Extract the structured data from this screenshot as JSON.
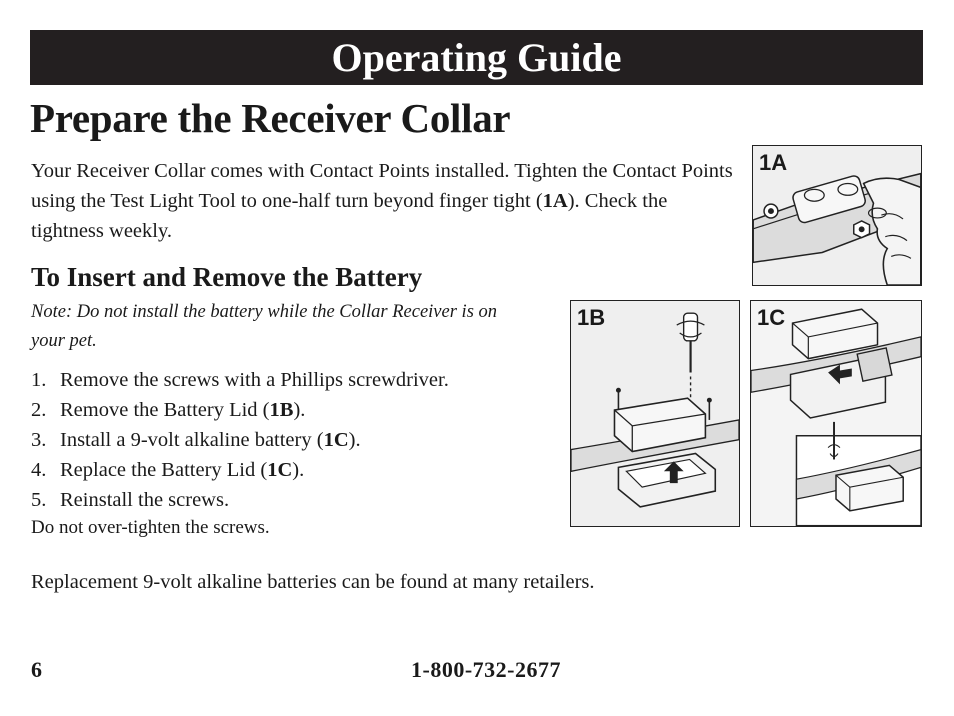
{
  "banner": {
    "title": "Operating Guide"
  },
  "heading": "Prepare the Receiver Collar",
  "intro": {
    "part1": "Your Receiver Collar comes with Contact Points installed. Tighten the Contact Points using the Test Light Tool to one-half turn beyond finger tight (",
    "ref": "1A",
    "part2": "). Check the tightness weekly."
  },
  "battery_section": {
    "title": "To Insert and Remove the Battery",
    "note": "Note: Do not install the battery while the Collar Receiver is on your pet.",
    "steps": [
      {
        "num": "1.",
        "pre": "Remove the screws with a Phillips screwdriver.",
        "ref": "",
        "post": ""
      },
      {
        "num": "2.",
        "pre": "Remove the Battery Lid (",
        "ref": "1B",
        "post": ")."
      },
      {
        "num": "3.",
        "pre": "Install a 9-volt alkaline battery (",
        "ref": "1C",
        "post": ")."
      },
      {
        "num": "4.",
        "pre": "Replace the Battery Lid (",
        "ref": "1C",
        "post": ")."
      },
      {
        "num": "5.",
        "pre": "Reinstall the screws.",
        "ref": "",
        "post": ""
      }
    ],
    "caution": "Do not over-tighten the screws.",
    "replacement": "Replacement 9-volt alkaline batteries can be found at many retailers."
  },
  "figures": {
    "fig_1a": "1A",
    "fig_1b": "1B",
    "fig_1c": "1C"
  },
  "footer": {
    "page_number": "6",
    "phone": "1-800-732-2677"
  }
}
